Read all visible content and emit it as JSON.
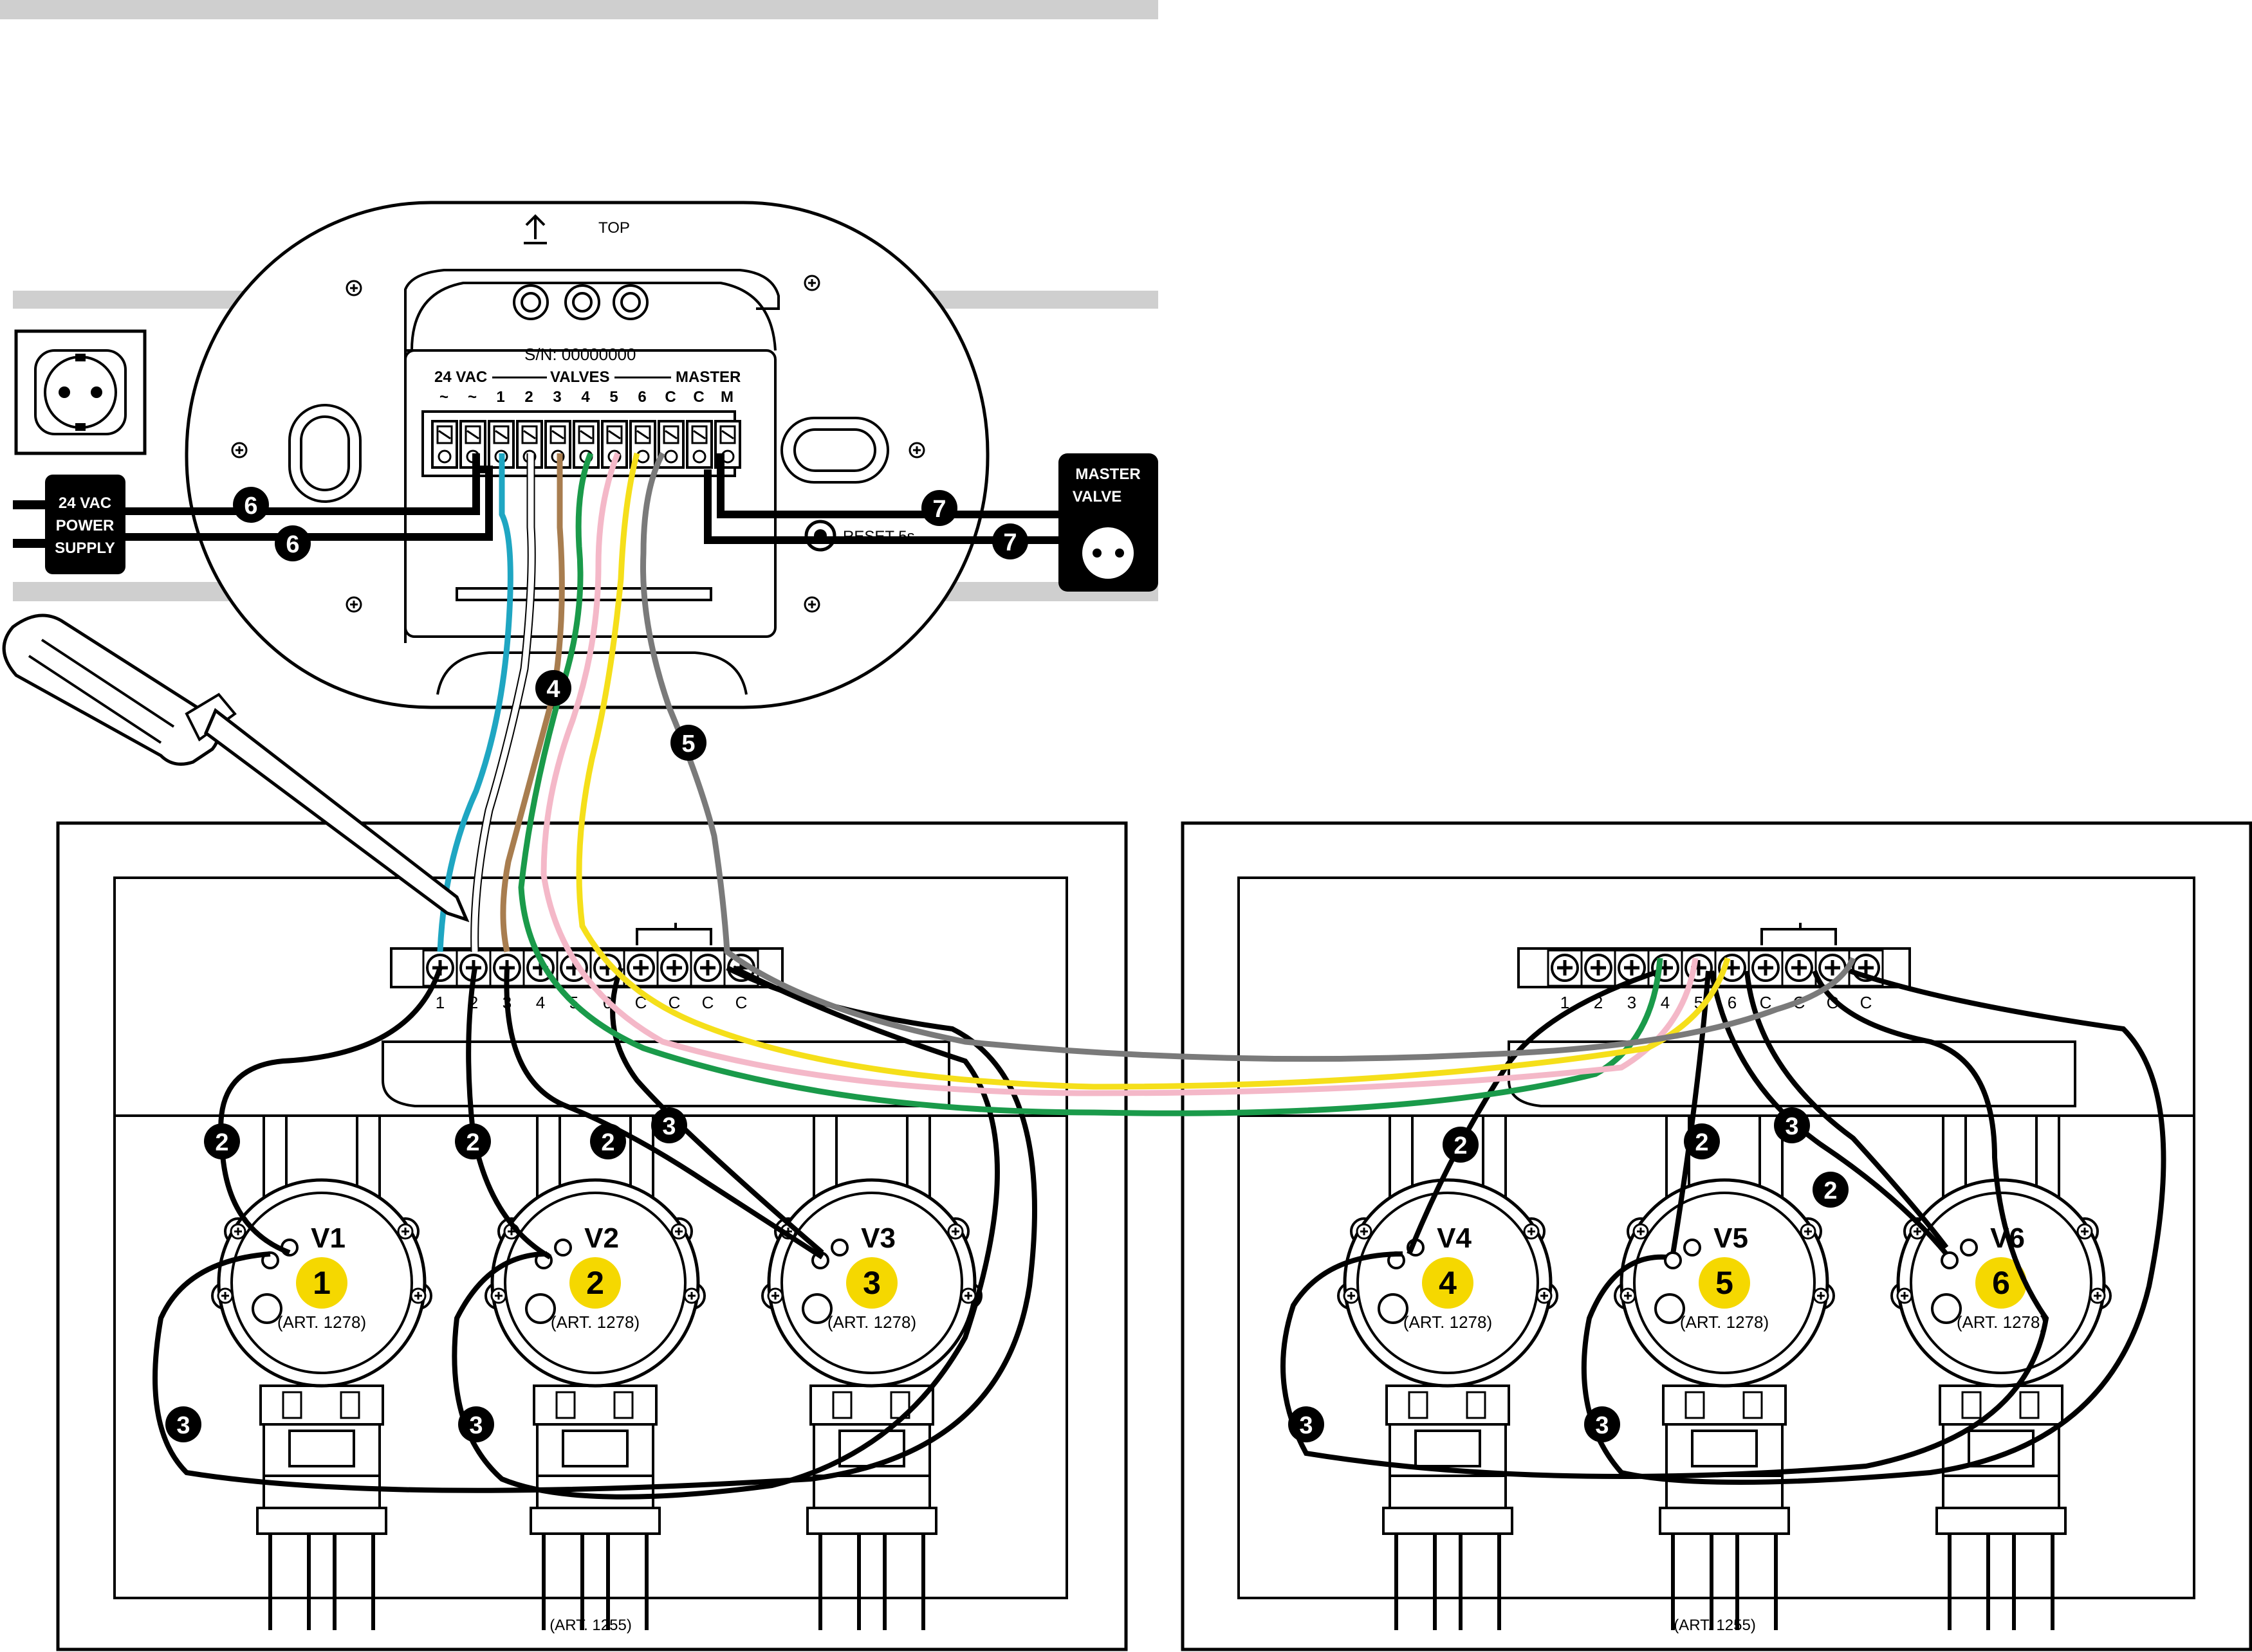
{
  "controller": {
    "top_label": "TOP",
    "serial": "S/N: 00000000",
    "vac_label": "24 VAC",
    "valves_label": "VALVES",
    "master_label": "MASTER",
    "terminals": [
      "~",
      "~",
      "1",
      "2",
      "3",
      "4",
      "5",
      "6",
      "C",
      "C",
      "M"
    ],
    "reset_label": "RESET 5s"
  },
  "power_supply": {
    "label_lines": [
      "24 VAC",
      "POWER",
      "SUPPLY"
    ]
  },
  "master_valve": {
    "label_lines": [
      "MASTER",
      "VALVE"
    ]
  },
  "callouts": {
    "power": "6",
    "master": "7",
    "common": "4",
    "common_grey": "5",
    "signal": "2",
    "return": "3"
  },
  "box_left": {
    "art_label": "(ART. 1255)",
    "terminals": [
      "1",
      "2",
      "3",
      "4",
      "5",
      "6",
      "C",
      "C",
      "C",
      "C"
    ],
    "valves": [
      {
        "name": "V1",
        "number": "1",
        "art": "(ART. 1278)"
      },
      {
        "name": "V2",
        "number": "2",
        "art": "(ART. 1278)"
      },
      {
        "name": "V3",
        "number": "3",
        "art": "(ART. 1278)"
      }
    ]
  },
  "box_right": {
    "art_label": "(ART. 1255)",
    "terminals": [
      "1",
      "2",
      "3",
      "4",
      "5",
      "6",
      "C",
      "C",
      "C",
      "C"
    ],
    "valves": [
      {
        "name": "V4",
        "number": "4",
        "art": "(ART. 1278)"
      },
      {
        "name": "V5",
        "number": "5",
        "art": "(ART. 1278)"
      },
      {
        "name": "V6",
        "number": "6",
        "art": "(ART. 1278)"
      }
    ]
  },
  "colors": {
    "cyan": "#1fa6c2",
    "white": "#ffffff",
    "brown": "#a87d4f",
    "green": "#1a9a4a",
    "pink": "#f4b8c8",
    "yellow": "#f5df1a",
    "grey": "#7a7a7a",
    "badge_yellow": "#f5d800",
    "rail_grey": "#cfcfcf"
  }
}
